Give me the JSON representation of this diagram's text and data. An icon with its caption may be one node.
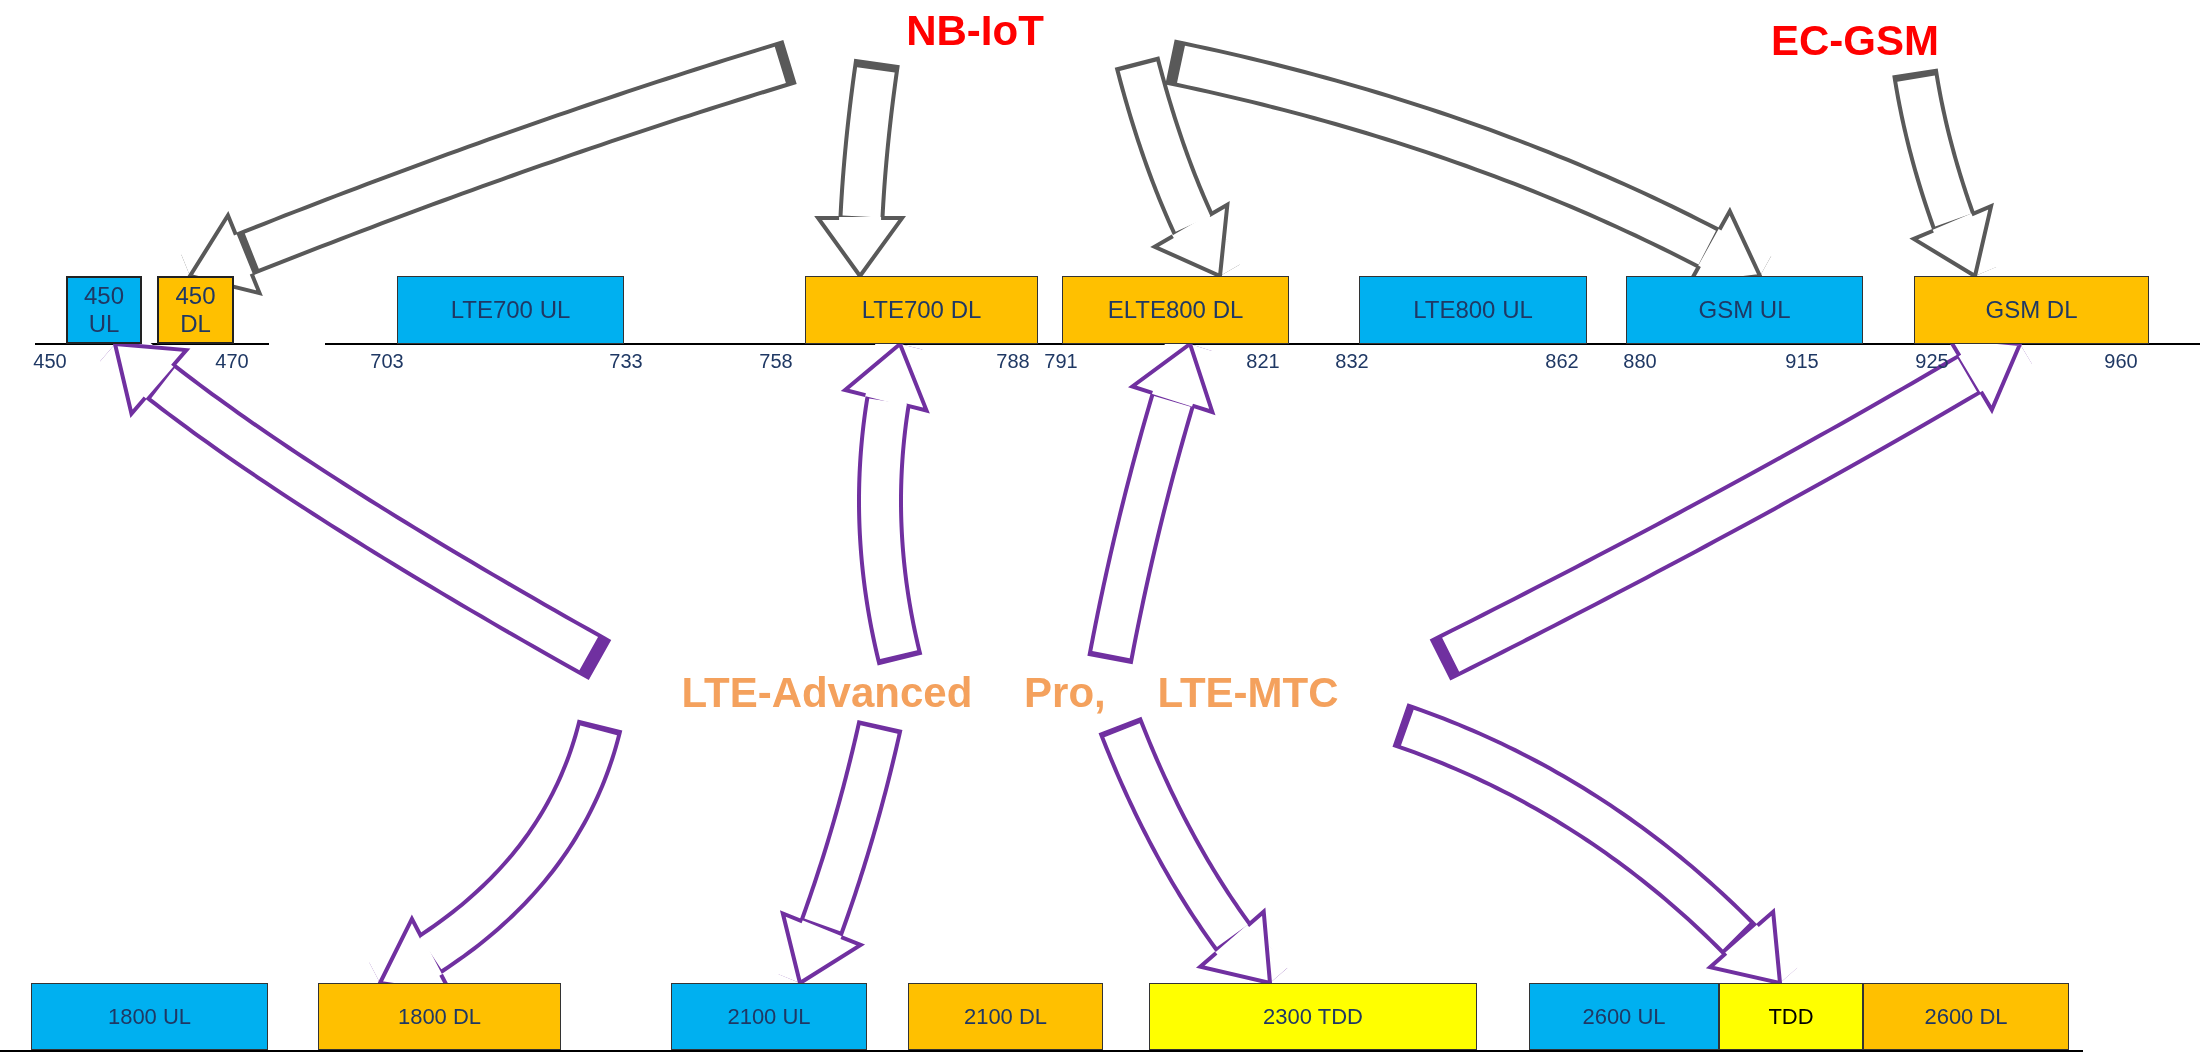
{
  "diagram": {
    "nodes": [
      {
        "text": [
          "NB-IoT"
        ]
      },
      {
        "text": [
          "EC-GSM"
        ]
      },
      {
        "text": [
          "LTE-Advanced Pro, LTE-MTC"
        ]
      },
      {
        "text": [
          "450 UL"
        ]
      },
      {
        "text": [
          "450 DL"
        ]
      },
      {
        "text": [
          "LTE700 UL"
        ]
      },
      {
        "text": [
          "LTE700 DL"
        ]
      },
      {
        "text": [
          "ELTE800 DL"
        ]
      },
      {
        "text": [
          "LTE800 UL"
        ]
      },
      {
        "text": [
          "GSM UL"
        ]
      },
      {
        "text": [
          "GSM DL"
        ]
      },
      {
        "text": [
          "1800 UL"
        ]
      },
      {
        "text": [
          "1800 DL"
        ]
      },
      {
        "text": [
          "2100 UL"
        ]
      },
      {
        "text": [
          "2100 DL"
        ]
      },
      {
        "text": [
          "2300 TDD"
        ]
      },
      {
        "text": [
          "2600 UL"
        ]
      },
      {
        "text": [
          "TDD"
        ]
      },
      {
        "text": [
          "2600 DL"
        ]
      }
    ],
    "edges": [
      {
        "from": 0,
        "to": 4,
        "arrow": "to",
        "color": "#595959"
      },
      {
        "from": 0,
        "to": 6,
        "arrow": "to",
        "color": "#595959"
      },
      {
        "from": 0,
        "to": 7,
        "arrow": "to",
        "color": "#595959"
      },
      {
        "from": 0,
        "to": 9,
        "arrow": "to",
        "color": "#595959"
      },
      {
        "from": 1,
        "to": 10,
        "arrow": "to",
        "color": "#595959"
      },
      {
        "from": 2,
        "to": 3,
        "arrow": "to"
      },
      {
        "from": 2,
        "to": 6,
        "arrow": "to"
      },
      {
        "from": 2,
        "to": 7,
        "arrow": "to"
      },
      {
        "from": 2,
        "to": 10,
        "arrow": "to"
      },
      {
        "from": 2,
        "to": 12,
        "arrow": "to"
      },
      {
        "from": 2,
        "to": 13,
        "arrow": "to"
      },
      {
        "from": 2,
        "to": 15,
        "arrow": "to"
      },
      {
        "from": 2,
        "to": 17,
        "arrow": "to"
      }
    ],
    "labels": [
      "450",
      "470",
      "703",
      "733",
      "758",
      "788",
      "791",
      "821",
      "832",
      "862",
      "880",
      "915",
      "925",
      "960"
    ]
  }
}
